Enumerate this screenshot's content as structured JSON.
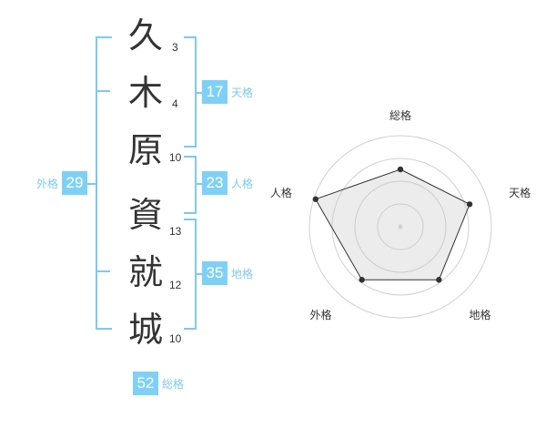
{
  "name": {
    "chars": [
      {
        "kanji": "久",
        "strokes": "3"
      },
      {
        "kanji": "木",
        "strokes": "4"
      },
      {
        "kanji": "原",
        "strokes": "10"
      },
      {
        "kanji": "資",
        "strokes": "13"
      },
      {
        "kanji": "就",
        "strokes": "12"
      },
      {
        "kanji": "城",
        "strokes": "10"
      }
    ]
  },
  "scores": {
    "tenkaku": {
      "value": "17",
      "label": "天格"
    },
    "jinkaku": {
      "value": "23",
      "label": "人格"
    },
    "chikaku": {
      "value": "35",
      "label": "地格"
    },
    "gaikaku": {
      "value": "29",
      "label": "外格"
    },
    "soukaku": {
      "value": "52",
      "label": "総格"
    }
  },
  "colors": {
    "accent": "#7ec8f0",
    "badge": "#7fd0f7",
    "text": "#333333"
  },
  "chart_data": {
    "type": "radar",
    "axes": [
      "総格",
      "天格",
      "地格",
      "外格",
      "人格"
    ],
    "values": [
      0.63,
      0.8,
      0.72,
      0.72,
      0.98
    ],
    "range": [
      0,
      1
    ],
    "grid_rings": 4
  }
}
